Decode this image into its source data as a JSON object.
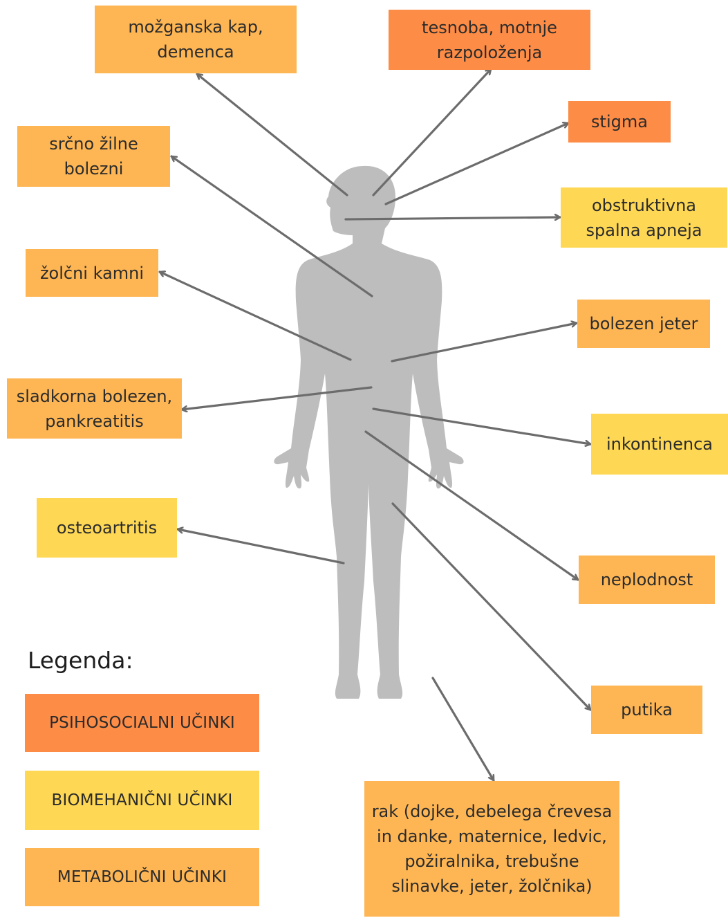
{
  "colors": {
    "psychosocial": "#fd8c46",
    "biomechanical": "#fed854",
    "metabolic": "#feb654",
    "silhouette": "#bdbdbd",
    "arrow": "#6c6c6c"
  },
  "boxes": [
    {
      "id": "stroke",
      "text": "možganska kap,\ndemenca",
      "category": "metabolic"
    },
    {
      "id": "anxiety",
      "text": "tesnoba, motnje\nrazpoloženja",
      "category": "psychosocial"
    },
    {
      "id": "stigma",
      "text": "stigma",
      "category": "psychosocial"
    },
    {
      "id": "cardio",
      "text": "srčno žilne\nbolezni",
      "category": "metabolic"
    },
    {
      "id": "apnea",
      "text": "obstruktivna\nspalna apneja",
      "category": "biomechanical"
    },
    {
      "id": "gallstones",
      "text": "žolčni kamni",
      "category": "metabolic"
    },
    {
      "id": "liver",
      "text": "bolezen jeter",
      "category": "metabolic"
    },
    {
      "id": "diabetes",
      "text": "sladkorna bolezen,\npankreatitis",
      "category": "metabolic"
    },
    {
      "id": "incontinence",
      "text": "inkontinenca",
      "category": "biomechanical"
    },
    {
      "id": "osteoarthritis",
      "text": "osteoartritis",
      "category": "biomechanical"
    },
    {
      "id": "infertility",
      "text": "neplodnost",
      "category": "metabolic"
    },
    {
      "id": "gout",
      "text": "putika",
      "category": "metabolic"
    },
    {
      "id": "cancer",
      "text": "rak (dojke, debelega črevesa\nin danke,  maternice, ledvic,\npožiralnika, trebušne\nslinavke, jeter, žolčnika)",
      "category": "metabolic"
    }
  ],
  "legend": {
    "title": "Legenda:",
    "items": [
      {
        "label": "PSIHOSOCIALNI UČINKI",
        "category": "psychosocial"
      },
      {
        "label": "BIOMEHANIČNI UČINKI",
        "category": "biomechanical"
      },
      {
        "label": "METABOLIČNI UČINKI",
        "category": "metabolic"
      }
    ]
  }
}
